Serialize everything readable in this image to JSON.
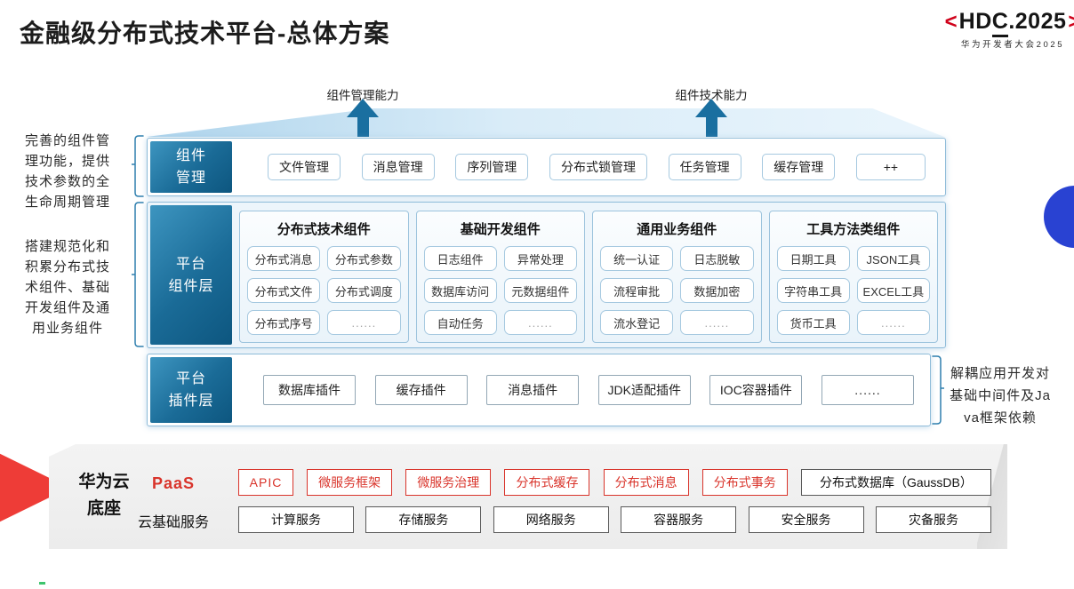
{
  "page": {
    "title": "金融级分布式技术平台-总体方案"
  },
  "logo": {
    "bracket_left": "<",
    "bracket_right": ">",
    "parts": {
      "hd": "HD",
      "c": "C",
      "rest": ".2025"
    },
    "subtitle": "华为开发者大会2025"
  },
  "arrows": {
    "left_label": "组件管理能力",
    "right_label": "组件技术能力"
  },
  "annotations": {
    "left_top": "完善的组件管理功能，提供技术参数的全生命周期管理",
    "left_bottom": "搭建规范化和积累分布式技术组件、基础开发组件及通用业务组件",
    "right": "解耦应用开发对基础中间件及Java框架依赖"
  },
  "rows": {
    "component_mgmt": {
      "label_lines": [
        "组件",
        "管理"
      ],
      "items": [
        "文件管理",
        "消息管理",
        "序列管理",
        "分布式锁管理",
        "任务管理",
        "缓存管理",
        "++"
      ]
    },
    "platform_components": {
      "label_lines": [
        "平台",
        "组件层"
      ],
      "groups": [
        {
          "title": "分布式技术组件",
          "items": [
            "分布式消息",
            "分布式参数",
            "分布式文件",
            "分布式调度",
            "分布式序号",
            "......"
          ]
        },
        {
          "title": "基础开发组件",
          "items": [
            "日志组件",
            "异常处理",
            "数据库访问",
            "元数据组件",
            "自动任务",
            "......"
          ]
        },
        {
          "title": "通用业务组件",
          "items": [
            "统一认证",
            "日志脱敏",
            "流程审批",
            "数据加密",
            "流水登记",
            "......"
          ]
        },
        {
          "title": "工具方法类组件",
          "items": [
            "日期工具",
            "JSON工具",
            "字符串工具",
            "EXCEL工具",
            "货币工具",
            "......"
          ]
        }
      ]
    },
    "platform_plugins": {
      "label_lines": [
        "平台",
        "插件层"
      ],
      "items": [
        "数据库插件",
        "缓存插件",
        "消息插件",
        "JDK适配插件",
        "IOC容器插件",
        "......"
      ]
    }
  },
  "foundation": {
    "label": "华为云底座",
    "paas": {
      "label": "PaaS",
      "items": [
        "APIC",
        "微服务框架",
        "微服务治理",
        "分布式缓存",
        "分布式消息",
        "分布式事务"
      ],
      "db_item": "分布式数据库（GaussDB）"
    },
    "cloud": {
      "label": "云基础服务",
      "items": [
        "计算服务",
        "存储服务",
        "网络服务",
        "容器服务",
        "安全服务",
        "灾备服务"
      ]
    }
  },
  "colors": {
    "layer_label_teal": "#1a6b97",
    "arrow_teal": "#1a6fa0",
    "paas_red": "#d9342b",
    "chevron_red": "#ee3c37",
    "brand_red": "#d0021b",
    "circle_blue": "#2942d2",
    "band_gray": "#efefef"
  }
}
